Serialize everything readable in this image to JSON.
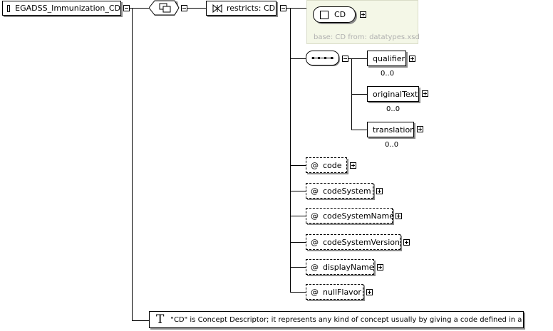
{
  "root": {
    "label": "EGADSS_Immunization_CD"
  },
  "restriction": {
    "label": "restricts: CD"
  },
  "base_type": {
    "label": "CD",
    "note": "base: CD from: datatypes.xsd"
  },
  "elements": [
    {
      "label": "qualifier",
      "occurrence": "0..0"
    },
    {
      "label": "originalText",
      "occurrence": "0..0"
    },
    {
      "label": "translation",
      "occurrence": "0..0"
    }
  ],
  "attributes": [
    {
      "symbol": "@",
      "label": "code"
    },
    {
      "symbol": "@",
      "label": "codeSystem"
    },
    {
      "symbol": "@",
      "label": "codeSystemName"
    },
    {
      "symbol": "@",
      "label": "codeSystemVersion"
    },
    {
      "symbol": "@",
      "label": "displayName"
    },
    {
      "symbol": "@",
      "label": "nullFlavor"
    }
  ],
  "annotation": {
    "symbol": "T",
    "text": "\"CD\" is Concept Descriptor; it represents any kind of concept usually by giving a code defined in a ..."
  },
  "colors": {
    "base_panel_bg": "#f4f7e7",
    "base_panel_border": "#d9dcc8",
    "shadow": "#8a8a8a"
  }
}
